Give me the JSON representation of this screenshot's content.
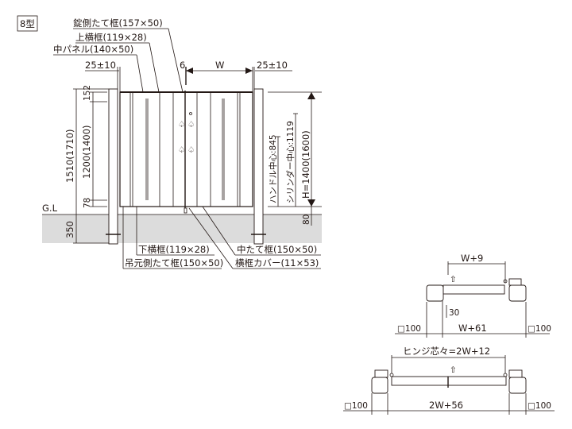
{
  "type_label": "8型",
  "callouts": {
    "lock_stile": "錠側たて框(157×50)",
    "top_rail": "上横框(119×28)",
    "mid_panel": "中パネル(140×50)",
    "bottom_rail": "下横框(119×28)",
    "hinge_stile": "吊元側たて框(150×50)",
    "center_stile": "中たて框(150×50)",
    "rail_cover": "横框カバー(11×53)"
  },
  "dimensions": {
    "left_gap": "25±10",
    "right_gap": "25±10",
    "center_gap": "6",
    "width": "W",
    "total_height": "1510(1710)",
    "panel_height": "1200(1400)",
    "top_offset": "152",
    "bottom_offset": "78",
    "embed_depth": "350",
    "ground_level": "G.L",
    "handle_center": "ハンドル中心:845",
    "cylinder_center": "シリンダー中心:1119",
    "gate_height": "H=1400(1600)",
    "ground_clearance": "80"
  },
  "plan_single": {
    "top_dim": "W+9",
    "offset": "30",
    "post_left": "□100",
    "post_right": "□100",
    "bottom_dim": "W+61"
  },
  "plan_double": {
    "top_dim": "ヒンジ芯々=2W+12",
    "post_left": "□100",
    "post_right": "□100",
    "bottom_dim": "2W+56"
  }
}
